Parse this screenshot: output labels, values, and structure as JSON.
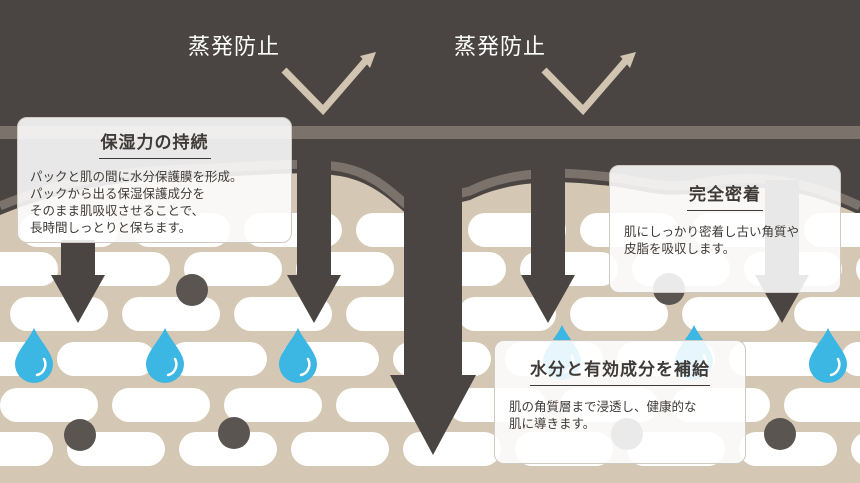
{
  "labels": {
    "evap_left": "蒸発防止",
    "evap_right": "蒸発防止"
  },
  "cards": {
    "moisture": {
      "title": "保湿力の持続",
      "body": "パックと肌の間に水分保護膜を形成。\nパックから出る保湿保護成分を\nそのまま肌吸収させることで、\n長時間しっとりと保ちます。"
    },
    "adhesion": {
      "title": "完全密着",
      "body": "肌にしっかり密着し古い角質や\n皮脂を吸収します。"
    },
    "supply": {
      "title": "水分と有効成分を補給",
      "body": "肌の角質層まで浸透し、健康的な\n肌に導きます。"
    }
  },
  "colors": {
    "background": "#4a4542",
    "skin": "#d4c7b4",
    "cell": "#ffffff",
    "film_line": "#7a726b",
    "arrow_dark": "#4a4542",
    "arrow_light": "#d1c5b1",
    "droplet": "#3cb6e3",
    "particle": "#5a5551"
  },
  "icons": [
    "droplet-icon",
    "particle-icon",
    "check-arrow-icon",
    "down-arrow-icon"
  ]
}
